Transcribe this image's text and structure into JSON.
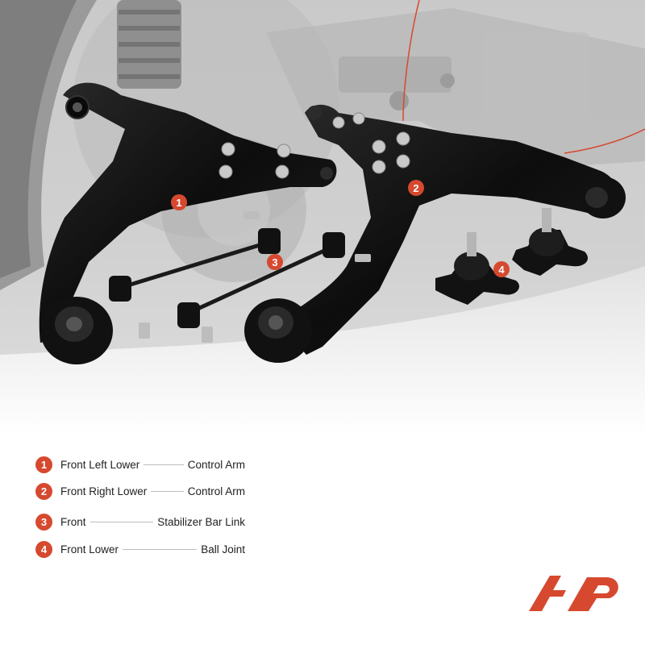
{
  "callouts": [
    {
      "num": "1",
      "left": "Front Left Lower",
      "right": "Control Arm"
    },
    {
      "num": "2",
      "left": "Front Right Lower",
      "right": "Control Arm"
    },
    {
      "num": "3",
      "left": "Front",
      "right": "Stabilizer Bar Link"
    },
    {
      "num": "4",
      "left": "Front Lower",
      "right": "Ball Joint"
    }
  ],
  "markers": {
    "m1": "1",
    "m2": "2",
    "m3": "3",
    "m4": "4"
  },
  "colors": {
    "accent": "#d6492f",
    "arm": "#141414",
    "background": "#ffffff"
  }
}
